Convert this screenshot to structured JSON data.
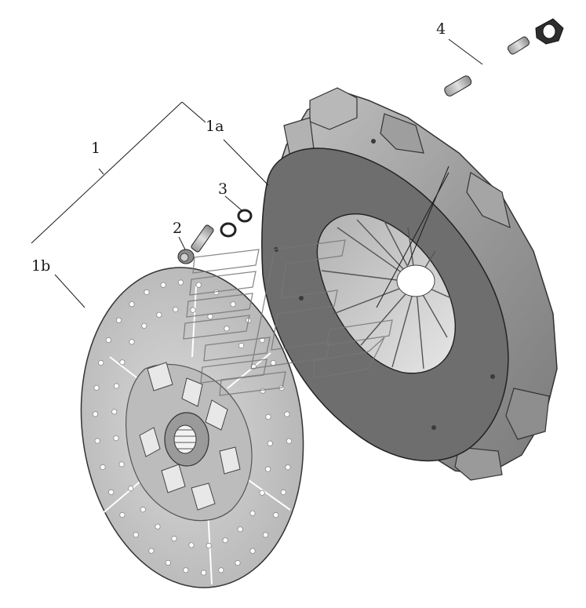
{
  "diagram": {
    "callouts": {
      "c1": "1",
      "c1a": "1a",
      "c1b": "1b",
      "c2": "2",
      "c3": "3",
      "c4": "4"
    },
    "colors": {
      "cover_face": "#6e6e6e",
      "cover_rim": "#a9a9a9",
      "cover_shadow": "#4a4a4a",
      "disc_face": "#c8c8c8",
      "disc_rivet": "#ffffff",
      "hub": "#8c8c8c",
      "line": "#1a1a1a",
      "watermark": "#777777"
    },
    "watermark_icon": "logo-watermark-icon"
  }
}
